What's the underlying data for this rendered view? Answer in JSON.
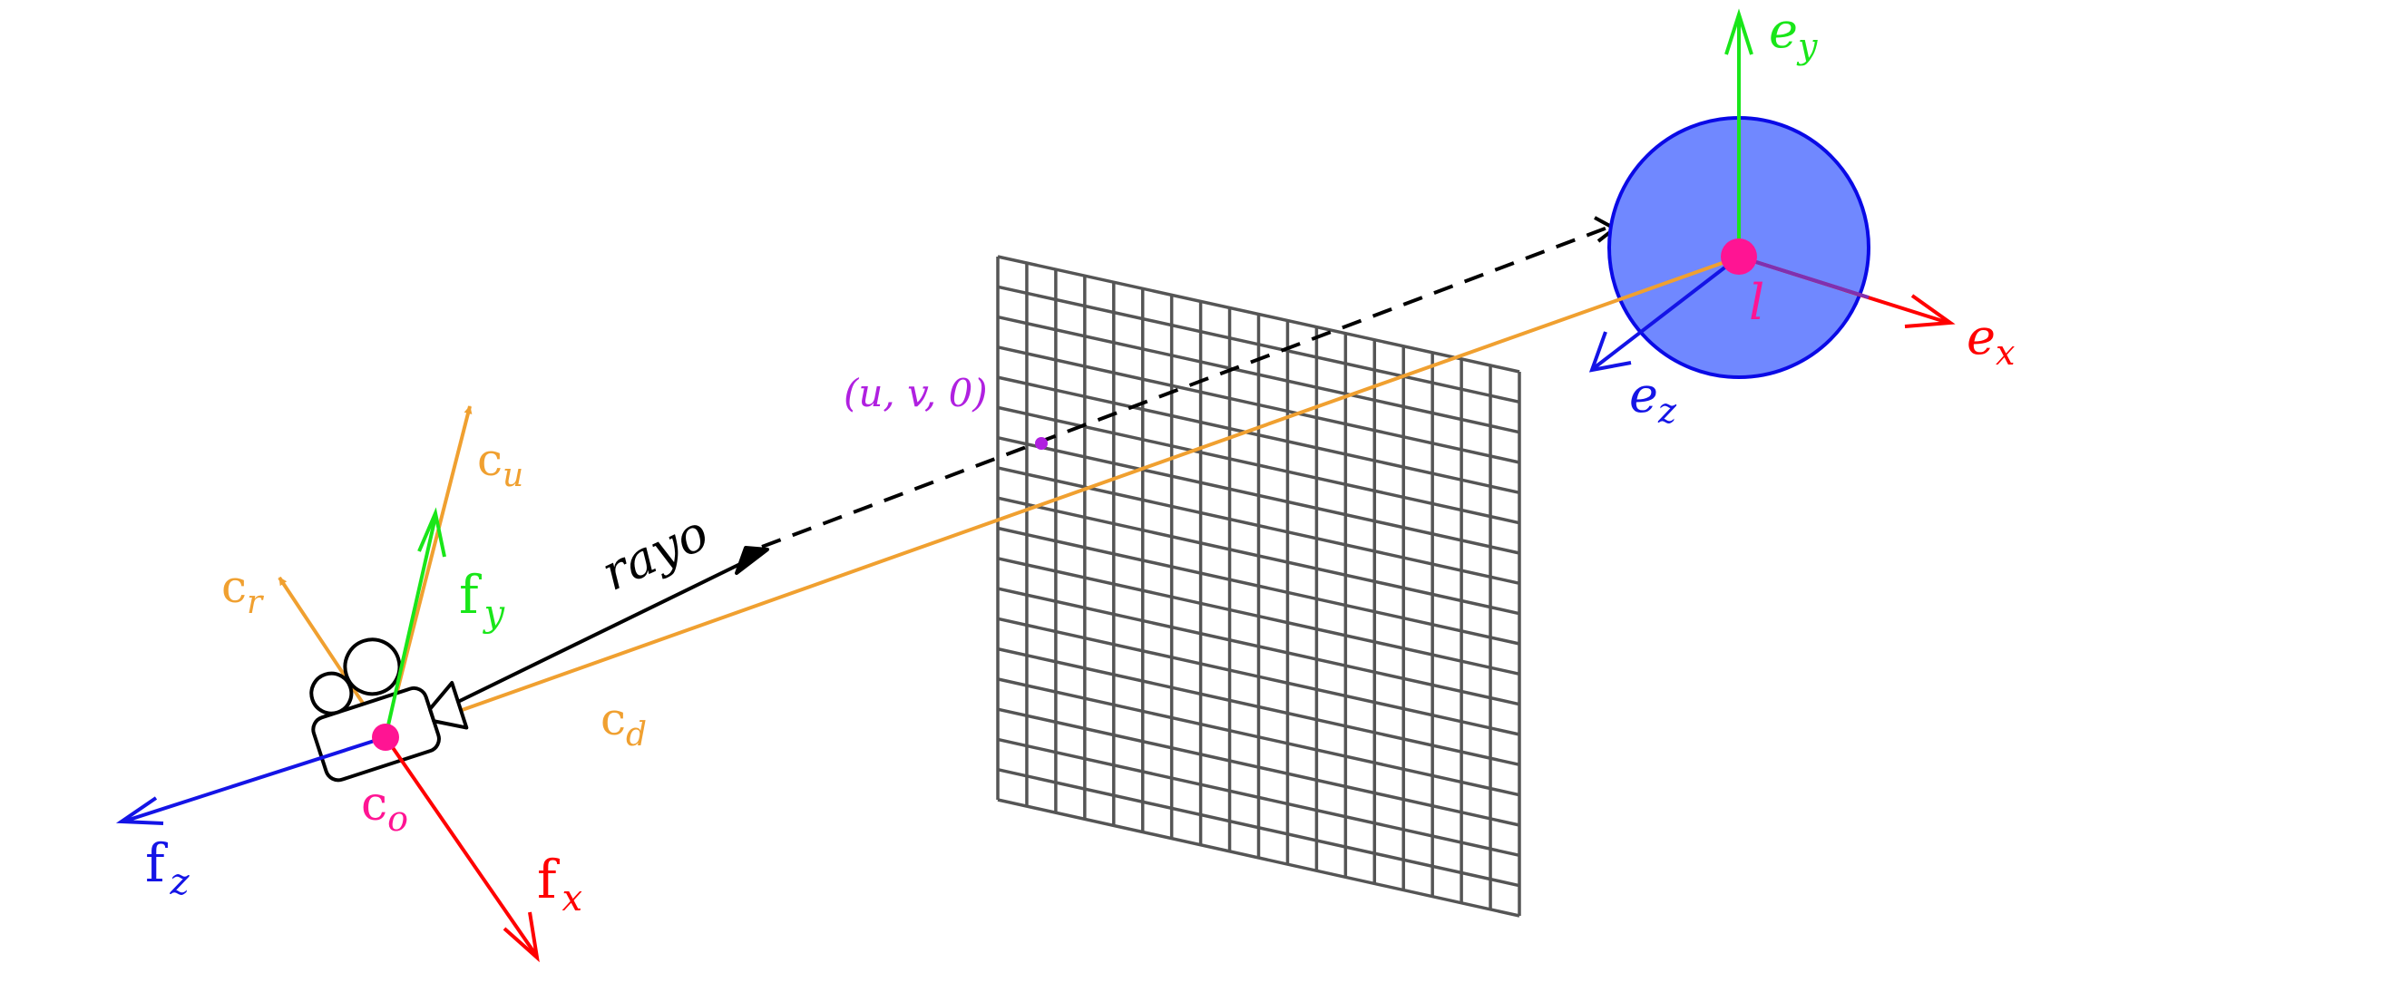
{
  "colors": {
    "red": "#ff0000",
    "green": "#19e619",
    "blue": "#1414e6",
    "orange": "#f0a030",
    "magenta": "#ff1493",
    "purple": "#b020e0",
    "sphere_fill": "#7088ff",
    "sphere_stroke": "#0a0ae6",
    "grid": "#555555",
    "black": "#000000"
  },
  "labels": {
    "c_u": {
      "base": "c",
      "sub": "u"
    },
    "c_r": {
      "base": "c",
      "sub": "r"
    },
    "c_d": {
      "base": "c",
      "sub": "d"
    },
    "c_o": {
      "base": "c",
      "sub": "o"
    },
    "f_y": {
      "base": "f",
      "sub": "y"
    },
    "f_x": {
      "base": "f",
      "sub": "x"
    },
    "f_z": {
      "base": "f",
      "sub": "z"
    },
    "e_y": {
      "base": "e",
      "sub": "y"
    },
    "e_x": {
      "base": "e",
      "sub": "x"
    },
    "e_z": {
      "base": "e",
      "sub": "z"
    },
    "l": "l",
    "rayo": "rayo",
    "uv0": "(u, v, 0)"
  },
  "icons": {
    "camera": "camera-icon"
  },
  "grid": {
    "rows": 18,
    "cols": 18
  }
}
